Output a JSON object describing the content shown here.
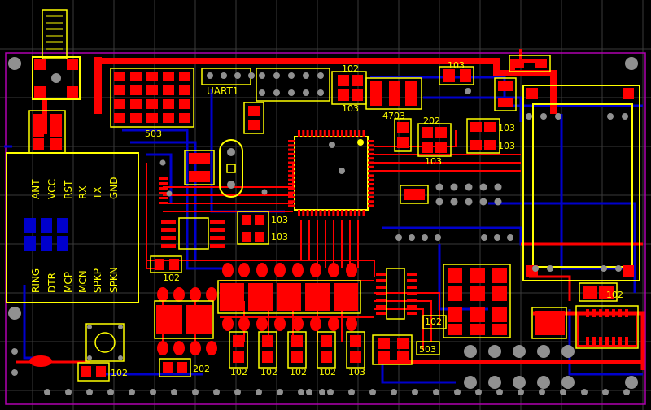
{
  "board": {
    "colors": {
      "background": "#000000",
      "grid": "#3a3a3a",
      "top_copper": "#ff0000",
      "bottom_copper": "#0000cc",
      "silkscreen": "#ffff00",
      "pad": "#ff0000",
      "hole": "#909090",
      "outline": "#b000b0"
    },
    "labels": {
      "uart": "UART1",
      "module_pins_top": [
        "ANT",
        "VCC",
        "RST",
        "RX",
        "TX",
        "GND"
      ],
      "module_pins_bottom": [
        "RING",
        "DTR",
        "MCP",
        "MCN",
        "SPKP",
        "SPKN"
      ],
      "res_503_a": "503",
      "res_102_top": "102",
      "res_103_top": "103",
      "res_4703": "4703",
      "res_103_right": "103",
      "res_202_mid": "202",
      "res_103_mid": "103",
      "res_103_r1": "103",
      "res_103_r2": "103",
      "res_103_c1": "103",
      "res_103_c2": "103",
      "res_102_left": "102",
      "res_102_right": "102",
      "res_102_mid": "102",
      "res_503_b": "503",
      "res_102_bl": "102",
      "res_202_b": "202",
      "res_bottom_row": [
        "102",
        "102",
        "102",
        "102",
        "103"
      ]
    }
  }
}
